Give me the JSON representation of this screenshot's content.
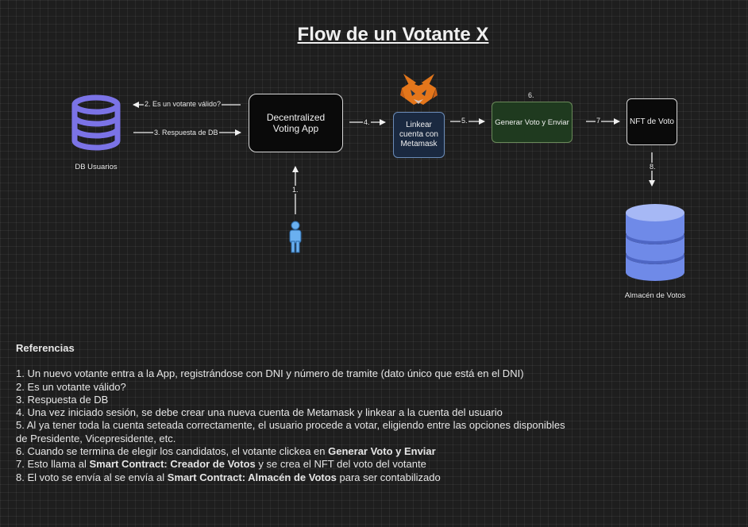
{
  "title": "Flow de un Votante X",
  "nodes": {
    "db_usuarios": "DB Usuarios",
    "app": "Decentralized Voting App",
    "metamask": "Linkear cuenta con Metamask",
    "generar": "Generar Voto y Enviar",
    "nft": "NFT de Voto",
    "almacen": "Almacén de Votos"
  },
  "edges": {
    "e1": "1.",
    "e2": "2. Es un votante válido?",
    "e3": "3. Respuesta de DB",
    "e4": "4.",
    "e5": "5.",
    "e6": "6.",
    "e7": "7",
    "e8": "8."
  },
  "references": {
    "title": "Referencias",
    "items": [
      {
        "text": "1. Un nuevo votante entra a la App, registrándose con DNI y número de tramite (dato único que está en el DNI)"
      },
      {
        "text": "2. Es un votante válido?"
      },
      {
        "text": "3. Respuesta de DB"
      },
      {
        "text": "4. Una vez iniciado sesión, se debe crear una nueva cuenta de Metamask y linkear a la cuenta del usuario"
      },
      {
        "text": "5. Al ya tener toda la cuenta seteada correctamente, el usuario procede a votar, eligiendo entre las opciones disponibles de Presidente, Vicepresidente, etc."
      },
      {
        "pre": "6. Cuando se termina de elegir los candidatos, el votante clickea en ",
        "bold": "Generar Voto y Enviar",
        "post": ""
      },
      {
        "pre": "7. Esto llama al ",
        "bold": "Smart Contract: Creador de Votos",
        "post": " y se crea el NFT del voto del votante"
      },
      {
        "pre": "8. El voto se envía al se envía al ",
        "bold": "Smart Contract:  Almacén de Votos",
        "post": " para ser contabilizado"
      }
    ]
  },
  "colors": {
    "db_icon": "#7b73e6",
    "storage": "#6f8ae8",
    "storage_top": "#a6b8f5",
    "user_icon": "#6ab0f0",
    "metamask_orange": "#e2761b"
  },
  "icons": [
    "database-icon",
    "user-icon",
    "metamask-fox-icon",
    "storage-cylinder-icon"
  ]
}
